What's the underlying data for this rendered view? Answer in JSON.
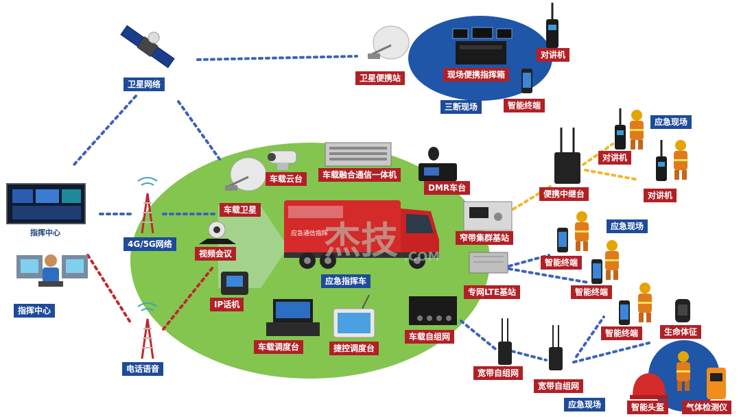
{
  "labels": {
    "satellite_network": "卫星网络",
    "command_center_screen": "指挥中心",
    "command_center": "指挥中心",
    "network_4g5g": "4G/5G网络",
    "phone_voice": "电话语音",
    "satellite_portable": "卫星便携站",
    "portable_command_box": "现场便携指挥箱",
    "walkie_top": "对讲机",
    "smart_terminal_top": "智能终端",
    "three_break_site": "三断现场",
    "vehicle_ptz": "车载云台",
    "vehicle_integrated_comm": "车载融合通信一体机",
    "dmr_vehicle": "DMR车台",
    "vehicle_satellite": "车载卫星",
    "video_conference": "视频会议",
    "emergency_vehicle": "应急指挥车",
    "ip_phone": "IP话机",
    "vehicle_dispatch": "车载调度台",
    "touch_dispatch": "捷控调度台",
    "vehicle_mesh": "车载自组网",
    "narrowband_station": "窄带集群基站",
    "private_lte": "专网LTE基站",
    "portable_relay": "便携中继台",
    "walkie_right_1": "对讲机",
    "walkie_right_2": "对讲机",
    "emergency_site_1": "应急现场",
    "emergency_site_2": "应急现场",
    "emergency_site_3": "应急现场",
    "smart_terminal_1": "智能终端",
    "smart_terminal_2": "智能终端",
    "smart_terminal_3": "智能终端",
    "vital_signs": "生命体征",
    "broadband_mesh_1": "宽带自组网",
    "broadband_mesh_2": "宽带自组网",
    "smart_helmet": "智能头盔",
    "gas_detector": "气体检测仪",
    "watermark_cn": "杰技",
    "watermark_en": ".COM",
    "truck_side_text": "应急通信指挥"
  },
  "colors": {
    "label_red": "#b22026",
    "label_blue": "#1e4b9a",
    "green_zone": "#7cc246",
    "blue_zone": "#1f56a8",
    "dot_blue": "#3d63b8",
    "dot_red": "#c0282d",
    "dot_yellow": "#f0b82a"
  },
  "icons": [
    "satellite-icon",
    "cell-tower-icon",
    "command-screen-icon",
    "operator-icon",
    "satellite-dish-icon",
    "walkie-talkie-icon",
    "smartphone-icon",
    "firefighter-icon",
    "fire-truck-icon",
    "ptz-camera-icon",
    "rack-unit-icon",
    "car-radio-icon",
    "conference-camera-icon",
    "ip-phone-icon",
    "dispatch-console-icon",
    "mesh-radio-icon",
    "base-station-icon",
    "lte-box-icon",
    "relay-icon",
    "smartwatch-icon",
    "helmet-icon",
    "gas-detector-icon"
  ]
}
